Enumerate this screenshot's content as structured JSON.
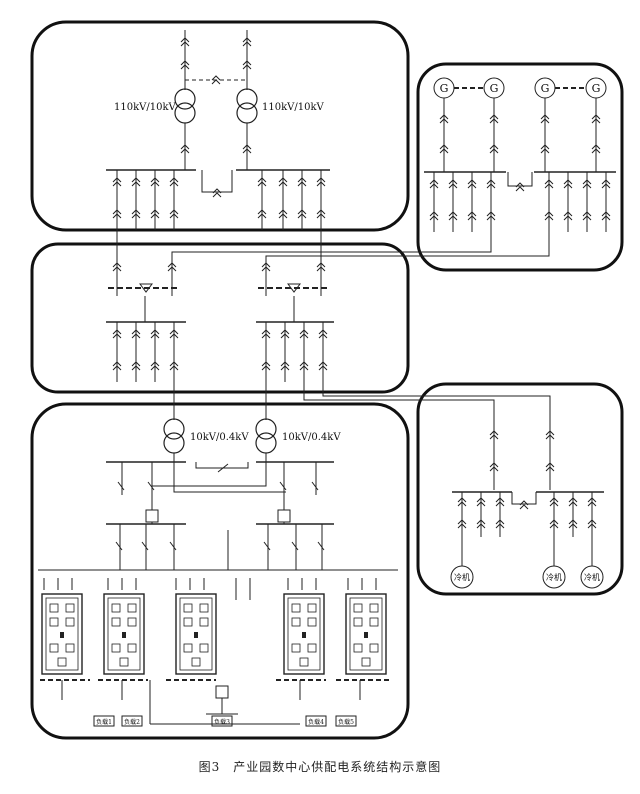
{
  "caption": "图3　产业园数中心供配电系统结构示意图",
  "labels": {
    "main_transformer_1": "110kV/10kV",
    "main_transformer_2": "110kV/10kV",
    "dist_transformer_1": "10kV/0.4kV",
    "dist_transformer_2": "10kV/0.4kV"
  },
  "generators": [
    "G",
    "G",
    "G",
    "G"
  ],
  "chillers": [
    "冷机",
    "冷机",
    "冷机"
  ],
  "bottom_boxes": [
    "负载1",
    "负载2",
    "负载3",
    "负载4",
    "负载5"
  ],
  "colors": {
    "line": "#222222",
    "frame": "#111111",
    "background": "#ffffff"
  }
}
